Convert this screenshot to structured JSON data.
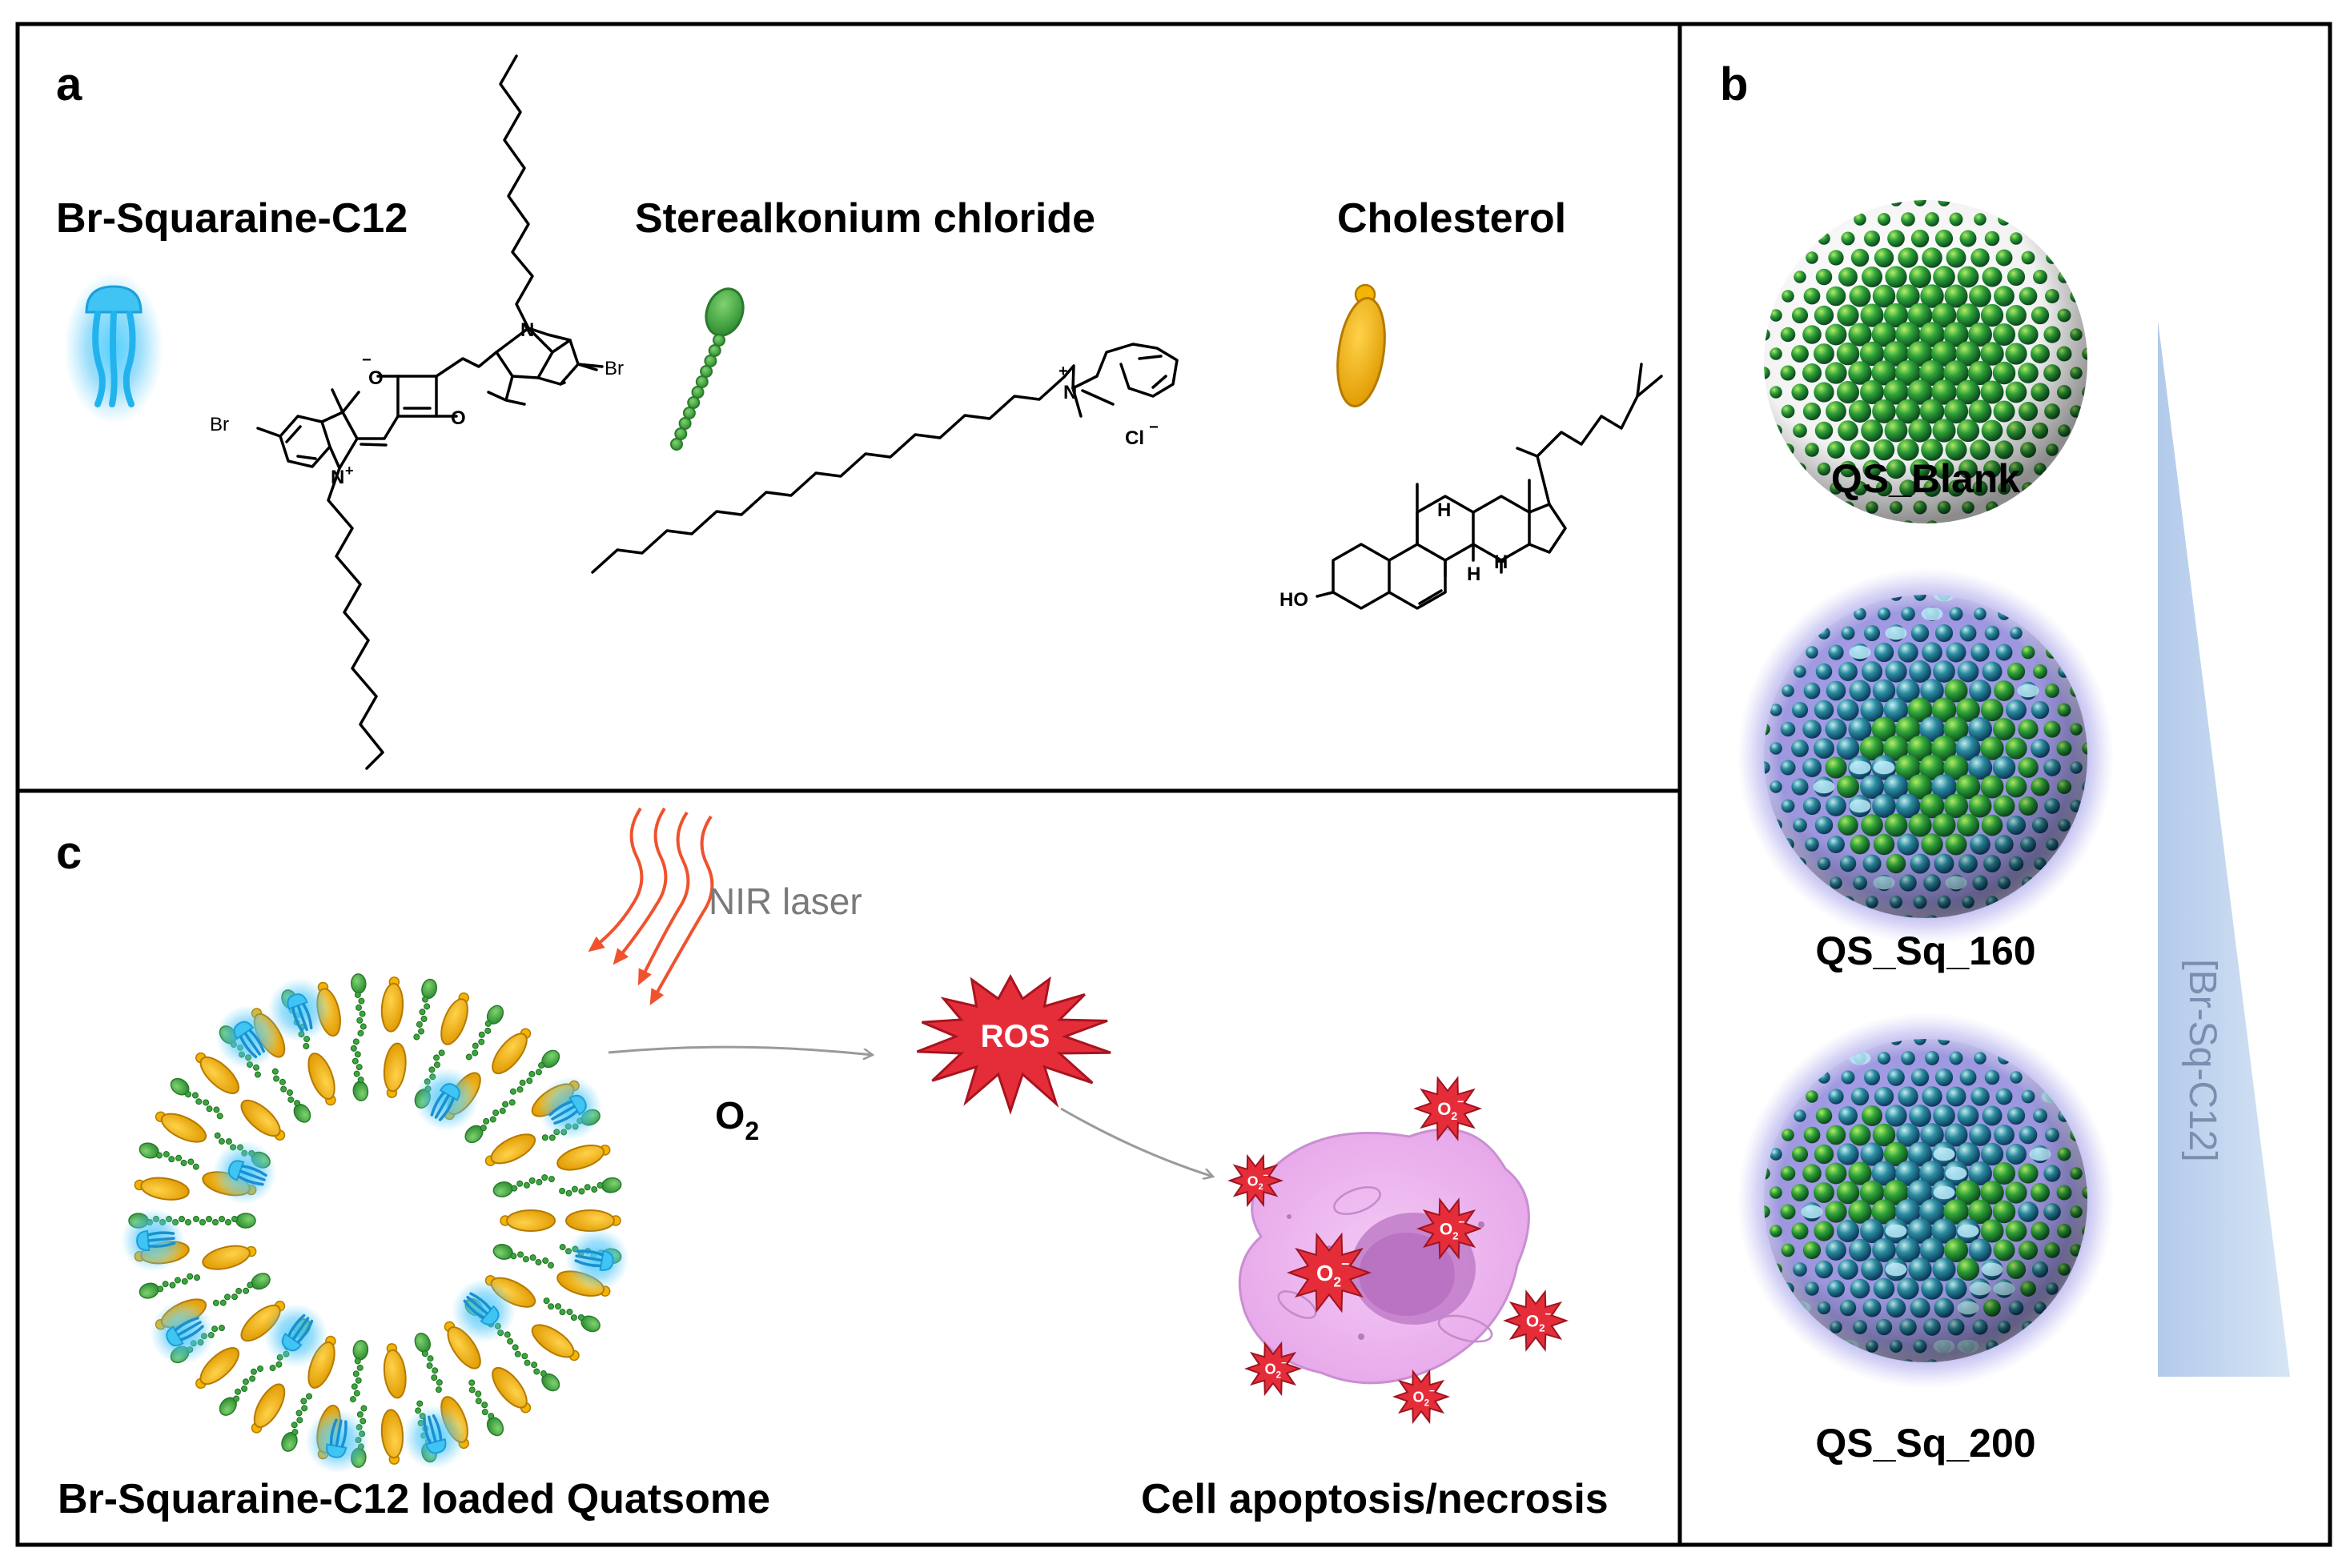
{
  "panels": {
    "a": {
      "letter": "a",
      "molecules": [
        {
          "name": "Br-Squaraine-C12",
          "icon": "squaraine-jellyfish-icon",
          "color": "#3fc4f4"
        },
        {
          "name": "Sterealkonium  chloride",
          "icon": "surfactant-bead-chain-icon",
          "color": "#3aa63c"
        },
        {
          "name": "Cholesterol",
          "icon": "cholesterol-ellipse-icon",
          "color": "#f5b400"
        }
      ],
      "atoms": {
        "br_left": "Br",
        "br_right": "Br",
        "n_left": "N",
        "n_plus_left": "+",
        "n_right": "N",
        "o_minus": "O",
        "o_minus_sign": "−",
        "o_ketone": "O",
        "n_quat": "N",
        "n_quat_plus": "+",
        "chloride": "Cl",
        "chloride_sign": "−",
        "ho": "HO",
        "h1": "H",
        "h2": "H",
        "h3": "H"
      }
    },
    "b": {
      "letter": "b",
      "particles": [
        {
          "label": "QS_Blank",
          "loaded": false
        },
        {
          "label": "QS_Sq_160",
          "loaded": true
        },
        {
          "label": "QS_Sq_200",
          "loaded": true
        }
      ],
      "gradient_label": "[Br-Sq-C12]"
    },
    "c": {
      "letter": "c",
      "laser_label": "NIR laser",
      "oxygen_label": "O",
      "oxygen_sub": "2",
      "ros_label": "ROS",
      "superoxide_label": "O",
      "superoxide_sub": "2",
      "superoxide_sup": "−",
      "left_caption": "Br-Squaraine-C12  loaded Quatsome",
      "right_caption": "Cell apoptosis/necrosis"
    }
  },
  "colors": {
    "border": "#000000",
    "surfactant_green": "#3aa63c",
    "cholesterol_yellow": "#f5b400",
    "squaraine_blue": "#3fc4f4",
    "laser_red": "#f0522d",
    "ros_red": "#e52d3a",
    "cell_pink": "#e9b6ec",
    "arrow_gray": "#9a9a9a",
    "gradient_blue": "#c4d8ee"
  }
}
